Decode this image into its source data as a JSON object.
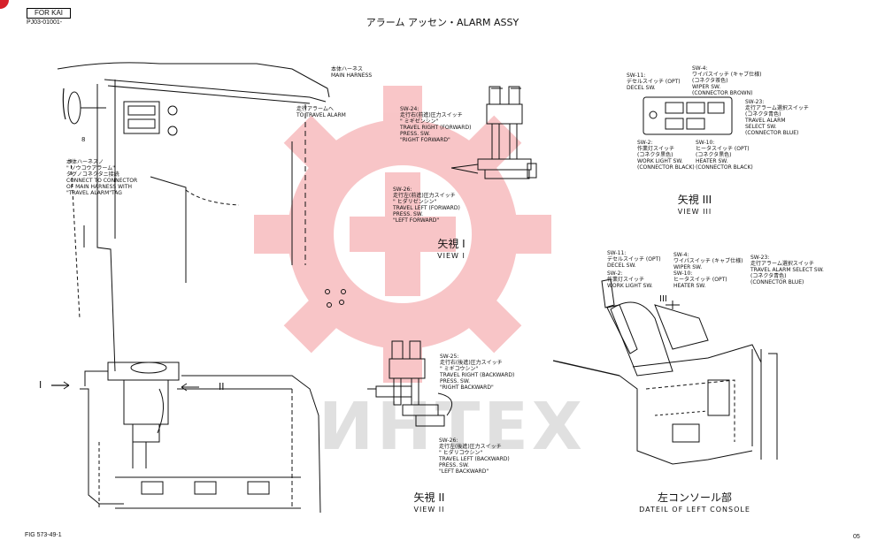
{
  "header": {
    "for_kai": "FOR KAI",
    "part_code": "PJ03-01001-",
    "title": "アラーム アッセン・ALARM ASSY"
  },
  "footer": {
    "figure": "FIG 573-49-1",
    "page": "05"
  },
  "watermark": {
    "text": "ИНТЕХ",
    "color": "#e8343b"
  },
  "left_view": {
    "main_harness": "本体ハーネス\nMAIN HARNESS",
    "travel_alarm": "走行アラームへ\nTO TRAVEL ALARM",
    "connect_note": "本体ハーネスノ\n\" ソウコウアラーム\"\nタグノコネクタニ接続\nCONNECT TO CONNECTOR\nOF MAIN HARNESS WITH\n\"TRAVEL ALARM\"TAG",
    "part_8": "8",
    "arrow_1": "I",
    "arrow_2": "II"
  },
  "view1": {
    "label_jp": "矢視 I",
    "label_en": "VIEW I",
    "sw24": "SW-24:\n走行右(前進)圧力スイッチ\n\" ミギゼンシン\"\nTRAVEL RIGHT (FORWARD)\nPRESS. SW.\n\"RIGHT FORWARD\"",
    "sw26": "SW-26:\n走行左(前進)圧力スイッチ\n\" ヒダリゼンシン\"\nTRAVEL LEFT (FORWARD)\nPRESS. SW.\n\"LEFT FORWARD\""
  },
  "view2": {
    "label_jp": "矢視 II",
    "label_en": "VIEW II",
    "sw25": "SW-25:\n走行右(後進)圧力スイッチ\n\" ミギコウシン\"\nTRAVEL RIGHT (BACKWARD)\nPRESS. SW.\n\"RIGHT BACKWARD\"",
    "sw26b": "SW-26:\n走行左(後進)圧力スイッチ\n\" ヒダリコウシン\"\nTRAVEL LEFT (BACKWARD)\nPRESS. SW.\n\"LEFT BACKWARD\""
  },
  "view3": {
    "label_jp": "矢視 III",
    "label_en": "VIEW III",
    "sw11": "SW-11:\nデセルスイッチ (OPT)\nDECEL SW.",
    "sw4": "SW-4:\nワイパスイッチ (キャブ仕様)\n(コネクタ茶色)\nWIPER SW.\n(CONNECTOR BROWN)",
    "sw23": "SW-23:\n走行アラーム選択スイッチ\n(コネクタ青色)\nTRAVEL ALARM\nSELECT SW.\n(CONNECTOR BLUE)",
    "sw2": "SW-2:\n作業灯スイッチ\n(コネクタ黒色)\nWORK LIGHT SW.\n(CONNECTOR BLACK)",
    "sw10": "SW-10:\nヒータスイッチ (OPT)\n(コネクタ黒色)\nHEATER SW.\n(CONNECTOR BLACK)"
  },
  "console": {
    "label_jp": "左コンソール部",
    "label_en": "DATEIL OF LEFT CONSOLE",
    "sw11": "SW-11:\nデセルスイッチ (OPT)\nDECEL SW.",
    "sw2": "SW-2:\n作業灯スイッチ\nWORK LIGHT SW.",
    "sw4": "SW-4:\nワイパスイッチ (キャブ仕様)\nWIPER SW.",
    "sw10": "SW-10:\nヒータスイッチ (OPT)\nHEATER SW.",
    "sw23": "SW-23:\n走行アラーム選択スイッチ\nTRAVEL ALARM SELECT SW.\n(コネクタ青色)\n(CONNECTOR BLUE)",
    "view3_marker": "III"
  }
}
